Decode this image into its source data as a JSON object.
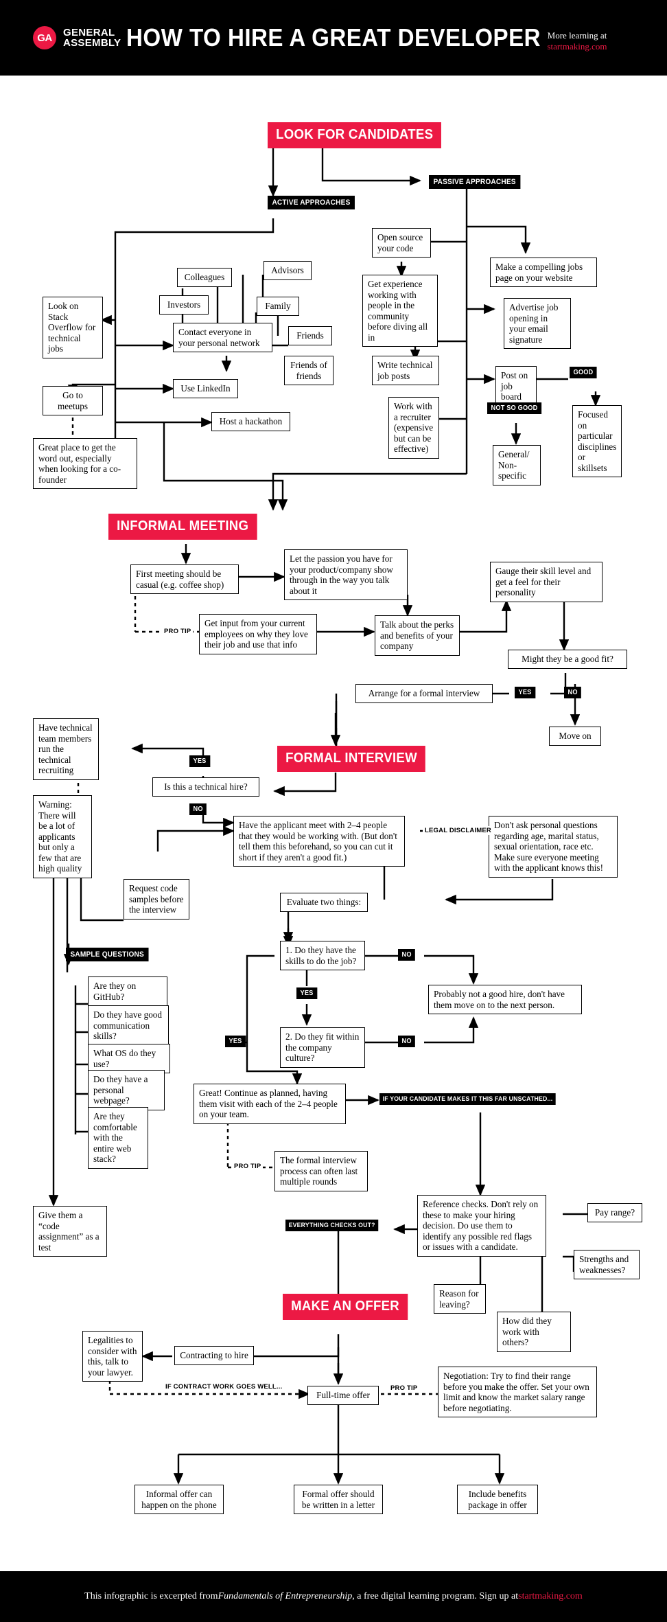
{
  "header": {
    "logo_initials": "GA",
    "brand_line1": "GENERAL",
    "brand_line2": "ASSEMBLY",
    "title": "HOW TO HIRE A GREAT DEVELOPER",
    "more_learning": "More learning at",
    "site": "startmaking.com",
    "bg_color": "#000000",
    "accent_color": "#ec1944"
  },
  "footer": {
    "text_before": "This infographic is excerpted from ",
    "italic": "Fundamentals of Entrepreneurship",
    "text_after": ", a free digital learning program. Sign up at ",
    "link": "startmaking.com"
  },
  "sections": {
    "look_for_candidates": "LOOK FOR CANDIDATES",
    "informal_meeting": "INFORMAL MEETING",
    "formal_interview": "FORMAL INTERVIEW",
    "make_an_offer": "MAKE AN OFFER"
  },
  "labels": {
    "active_approaches": "ACTIVE APPROACHES",
    "passive_approaches": "PASSIVE APPROACHES",
    "good": "GOOD",
    "not_so_good": "NOT SO GOOD",
    "pro_tip": "PRO TIP",
    "yes": "YES",
    "no": "NO",
    "legal_disclaimer": "LEGAL DISCLAIMER",
    "sample_questions": "SAMPLE QUESTIONS",
    "unscathed": "IF YOUR CANDIDATE MAKES IT THIS FAR UNSCATHED...",
    "everything_checks_out": "EVERYTHING CHECKS OUT?",
    "if_contract_work": "IF CONTRACT WORK GOES WELL..."
  },
  "nodes": {
    "stack_overflow": "Look on Stack Overflow for technical jobs",
    "colleagues": "Colleagues",
    "advisors": "Advisors",
    "investors": "Investors",
    "family": "Family",
    "friends": "Friends",
    "friends_of_friends": "Friends of friends",
    "contact_network": "Contact everyone in your personal network",
    "go_to_meetups": "Go to meetups",
    "use_linkedin": "Use LinkedIn",
    "host_hackathon": "Host a hackathon",
    "great_place": "Great place to get the word out, especially when looking for a co-founder",
    "open_source": "Open source your code",
    "get_experience": "Get experience working with people in the community before diving all in",
    "write_posts": "Write technical job posts",
    "work_recruiter": "Work with a recruiter (expensive but can be effective)",
    "compelling_jobs_page": "Make a compelling jobs page on your website",
    "advertise_signature": "Advertise job opening in your email signature",
    "post_job_board": "Post on job board",
    "general_nonspecific": "General/ Non-specific",
    "focused_disciplines": "Focused on particular disciplines or skillsets",
    "first_meeting": "First meeting should be casual (e.g. coffee shop)",
    "let_passion": "Let the passion you have for your product/company show through in the way you talk about it",
    "gauge_skill": "Gauge their skill level and get a feel for their personality",
    "get_input": "Get input from your current employees on why they love their job and use that info",
    "talk_perks": "Talk about the perks and benefits of your company",
    "might_good_fit": "Might they be a good fit?",
    "arrange_formal": "Arrange for a formal interview",
    "move_on": "Move on",
    "have_technical_team": "Have technical team members run the  technical recruiting",
    "warning_applicants": "Warning: There will be a lot of applicants but only a few that are high quality",
    "is_technical_hire": "Is this a technical hire?",
    "applicant_meet": "Have the applicant meet with 2–4 people that they would be working with. (But don't tell them this beforehand, so you can cut it short if they aren't a good fit.)",
    "dont_ask_personal": "Don't ask personal questions regarding age, marital status, sexual orientation, race etc. Make sure everyone meeting with the applicant knows this!",
    "request_code": "Request code samples before the interview",
    "evaluate_two": "Evaluate two things:",
    "q_github": "Are they on GitHub?",
    "q_communication": "Do they have good communication skills?",
    "q_os": "What OS do they use?",
    "q_webpage": "Do they have a personal webpage?",
    "q_webstack": "Are they comfortable with the entire web stack?",
    "code_assignment": "Give them a “code assignment” as a test",
    "q1_skills": "1. Do they have the skills to do the job?",
    "q2_culture": "2. Do they fit within the company culture?",
    "probably_not": "Probably not a good hire, don't have them move on to the next person.",
    "great_continue": "Great! Continue as planned, having them visit with each of the 2–4 people on your team.",
    "multiple_rounds": "The formal interview process can often last multiple rounds",
    "reference_checks": "Reference checks. Don't rely on these to make your hiring decision. Do use them to identify any possible red flags or issues with a candidate.",
    "pay_range": "Pay range?",
    "strengths_weaknesses": "Strengths and weaknesses?",
    "reason_leaving": "Reason for leaving?",
    "work_with_others": "How did they work with others?",
    "contracting_to_hire": "Contracting to hire",
    "legalities": "Legalities to consider with this, talk to your lawyer.",
    "full_time_offer": "Full-time offer",
    "negotiation": "Negotiation: Try to find their range before you make the offer. Set your own limit and know the market salary range before negotiating.",
    "informal_offer": "Informal offer can happen on the phone",
    "formal_offer": "Formal offer should be written in a letter",
    "include_benefits": "Include benefits package in offer"
  }
}
